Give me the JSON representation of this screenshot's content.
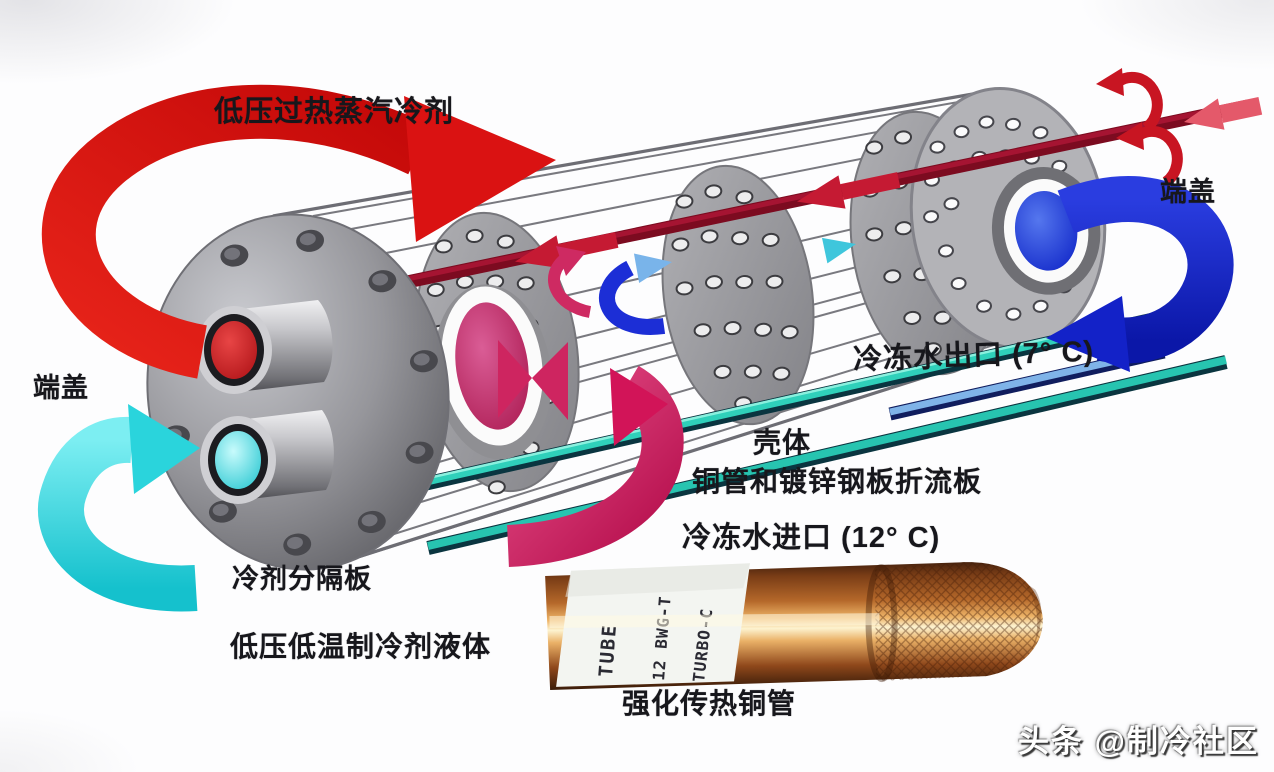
{
  "labels": {
    "superheated_vapor": "低压过热蒸汽冷剂",
    "end_cap_left": "端盖",
    "end_cap_right": "端盖",
    "chilled_water_outlet": "冷冻水出口 (7° C)",
    "shell": "壳体",
    "baffle_plates": "铜管和镀锌钢板折流板",
    "chilled_water_inlet": "冷冻水进口 (12° C)",
    "refrigerant_partition": "冷剂分隔板",
    "refrigerant_liquid": "低压低温制冷剂液体",
    "enhanced_tube": "强化传热铜管"
  },
  "tube_photo_label": {
    "line1": "TUBE",
    "line2": "12 BWG-T",
    "line3": "TURBO-C"
  },
  "watermark": "头条 @制冷社区",
  "colors": {
    "hot_vapor_red": "#dc1414",
    "refrigerant_tube_dark_red": "#7c0b20",
    "liquid_cyan": "#26d7de",
    "water_blue": "#1527d4",
    "water_teal": "#2ec9b8",
    "partition_pink": "#d6185e",
    "copper": "#b5682a",
    "metal_gray": "#9a9a9f"
  }
}
